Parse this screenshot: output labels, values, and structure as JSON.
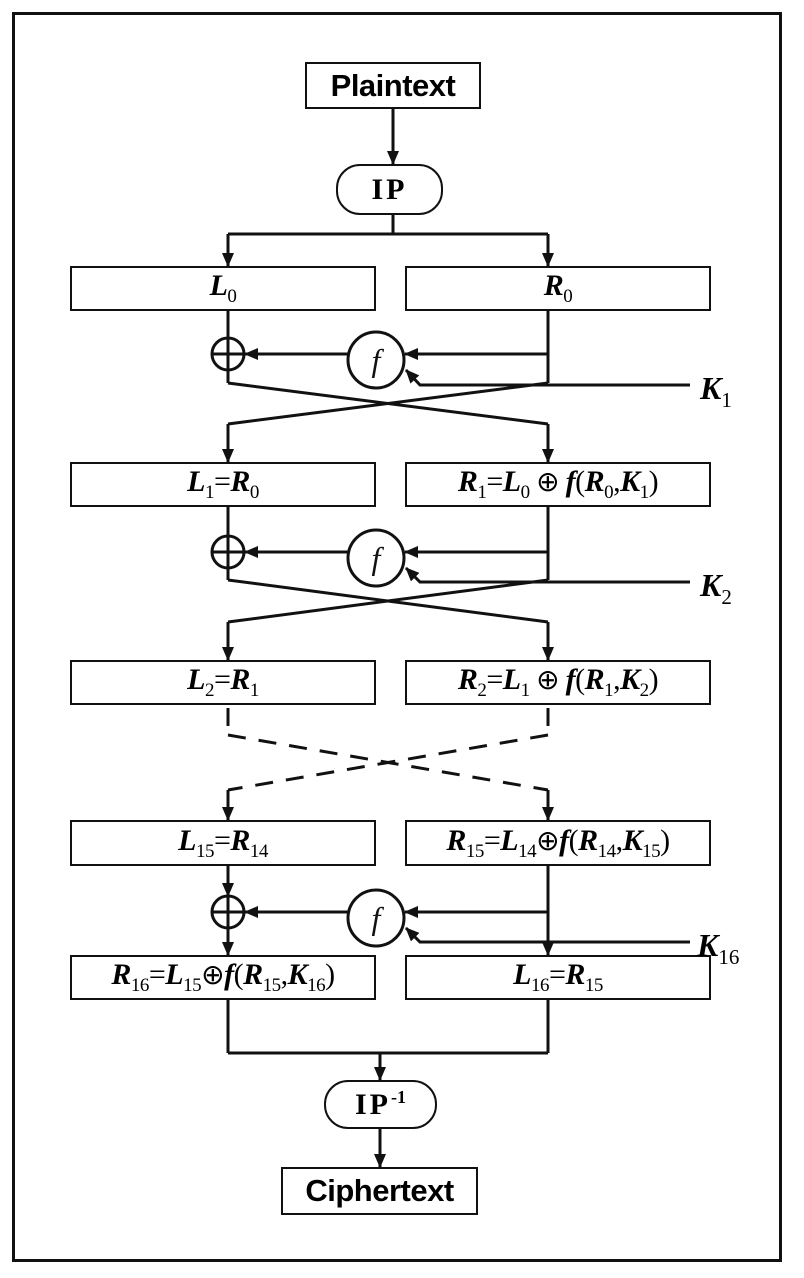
{
  "plaintext": "Plaintext",
  "ciphertext": "Ciphertext",
  "ip": "IP",
  "ip_inverse": {
    "base": "IP",
    "exp": "-1"
  },
  "f_label": "f",
  "xor_symbol": "⊕",
  "rounds": [
    {
      "left": [
        {
          "t": "L"
        },
        {
          "sub": "0"
        }
      ],
      "right": [
        {
          "t": "R"
        },
        {
          "sub": "0"
        }
      ],
      "key": {
        "base": "K",
        "sub": "1"
      }
    },
    {
      "left": [
        {
          "t": "L"
        },
        {
          "sub": "1"
        },
        {
          "np": "="
        },
        {
          "t": "R"
        },
        {
          "sub": "0"
        }
      ],
      "right": [
        {
          "t": "R"
        },
        {
          "sub": "1"
        },
        {
          "np": "="
        },
        {
          "t": "L"
        },
        {
          "sub": "0"
        },
        {
          "op": " ⊕ "
        },
        {
          "t": "f"
        },
        {
          "np": "("
        },
        {
          "t": "R"
        },
        {
          "sub": "0"
        },
        {
          "np": ","
        },
        {
          "t": "K"
        },
        {
          "sub": "1"
        },
        {
          "np": ")"
        }
      ],
      "key": {
        "base": "K",
        "sub": "2"
      }
    },
    {
      "left": [
        {
          "t": "L"
        },
        {
          "sub": "2"
        },
        {
          "np": "="
        },
        {
          "t": "R"
        },
        {
          "sub": "1"
        }
      ],
      "right": [
        {
          "t": "R"
        },
        {
          "sub": "2"
        },
        {
          "np": "="
        },
        {
          "t": "L"
        },
        {
          "sub": "1"
        },
        {
          "op": " ⊕ "
        },
        {
          "t": "f"
        },
        {
          "np": "("
        },
        {
          "t": "R"
        },
        {
          "sub": "1"
        },
        {
          "np": ","
        },
        {
          "t": "K"
        },
        {
          "sub": "2"
        },
        {
          "np": ")"
        }
      ]
    },
    {
      "left": [
        {
          "t": "L"
        },
        {
          "sub": "15"
        },
        {
          "np": "="
        },
        {
          "t": "R"
        },
        {
          "sub": "14"
        }
      ],
      "right": [
        {
          "t": "R"
        },
        {
          "sub": "15"
        },
        {
          "np": "="
        },
        {
          "t": "L"
        },
        {
          "sub": "14"
        },
        {
          "op": "⊕"
        },
        {
          "t": "f"
        },
        {
          "np": "("
        },
        {
          "t": "R"
        },
        {
          "sub": "14"
        },
        {
          "np": ","
        },
        {
          "t": "K"
        },
        {
          "sub": "15"
        },
        {
          "np": ")"
        }
      ],
      "key": {
        "base": "K",
        "sub": "16"
      }
    },
    {
      "left": [
        {
          "t": "R"
        },
        {
          "sub": "16"
        },
        {
          "np": "="
        },
        {
          "t": "L"
        },
        {
          "sub": "15"
        },
        {
          "op": "⊕"
        },
        {
          "t": "f"
        },
        {
          "np": "("
        },
        {
          "t": "R"
        },
        {
          "sub": "15"
        },
        {
          "np": ","
        },
        {
          "t": "K"
        },
        {
          "sub": "16"
        },
        {
          "np": ")"
        }
      ],
      "right": [
        {
          "t": "L"
        },
        {
          "sub": "16"
        },
        {
          "np": "="
        },
        {
          "t": "R"
        },
        {
          "sub": "15"
        }
      ]
    }
  ]
}
